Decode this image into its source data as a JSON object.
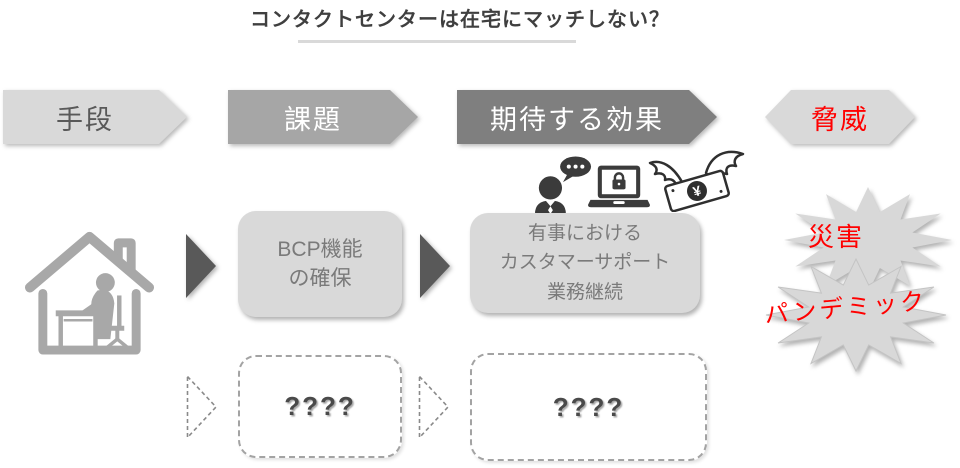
{
  "title": {
    "text": "コンタクトセンターは在宅にマッチしない？"
  },
  "stage_headers": [
    {
      "label": "手段"
    },
    {
      "label": "課題"
    },
    {
      "label": "期待する効果"
    },
    {
      "label": "脅威"
    }
  ],
  "main_flow": {
    "house_icon": "work-from-home-house-icon",
    "issue_box": {
      "lines": [
        "BCP機能",
        "の確保"
      ]
    },
    "effect_box": {
      "lines": [
        "有事における",
        "カスタマーサポート",
        "業務継続"
      ]
    },
    "effect_icons": [
      "person-chat-icon",
      "laptop-lock-icon",
      "flying-money-icon"
    ],
    "threat_bursts": {
      "burst1": "災害",
      "burst2": "パンデミック"
    }
  },
  "hidden_flow": {
    "box1_text": "????",
    "box2_text": "????"
  },
  "colors": {
    "light_gray": "#d9d9d9",
    "medium_gray": "#a6a6a6",
    "dark_gray": "#7f7f7f",
    "triangle_gray": "#595959",
    "box_text_gray": "#7a7a7a",
    "title_text": "#3f3f3f",
    "threat_red": "#ff0000",
    "house_icon_gray": "#a8a8a8",
    "icon_dark": "#3b3b3b"
  }
}
